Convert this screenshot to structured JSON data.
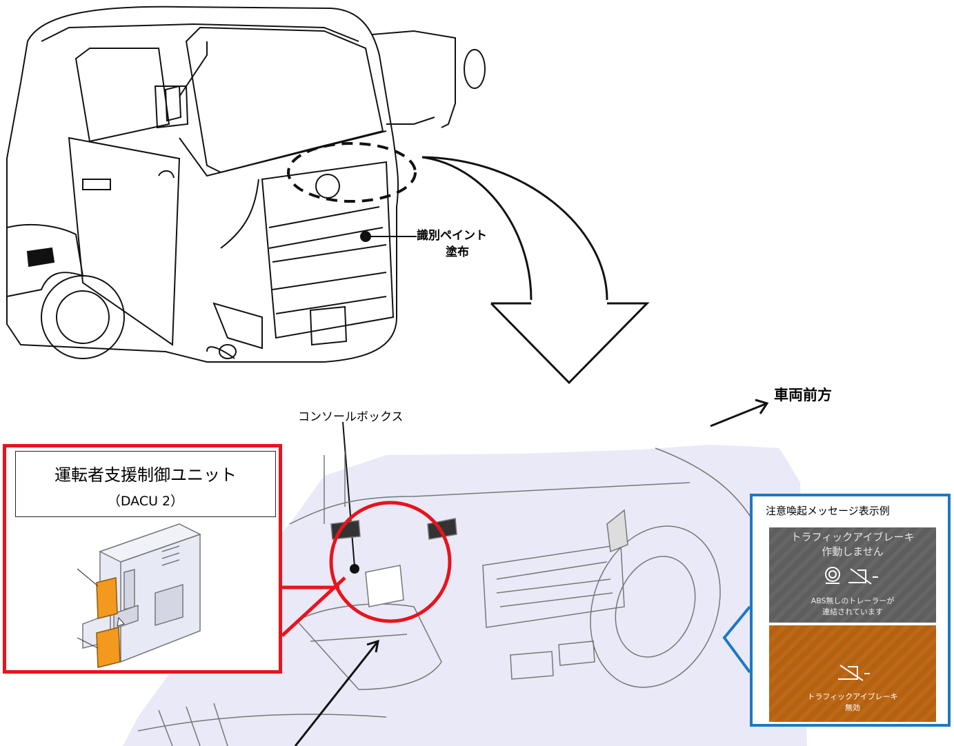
{
  "labels": {
    "paint_line1": "識別ペイント",
    "paint_line2": "塗布",
    "vehicle_front": "車両前方",
    "console_box": "コンソールボックス"
  },
  "unit_box": {
    "title": "運転者支援制御ユニット",
    "subtitle": "（DACU 2）"
  },
  "message_panel": {
    "title": "注意喚起メッセージ表示例",
    "gray_message": {
      "heading_line1": "トラフィックアイブレーキ",
      "heading_line2": "作動しません",
      "detail_line1": "ABS無しのトレーラーが",
      "detail_line2": "連結されています"
    },
    "orange_message": {
      "line1": "トラフィックアイブレーキ",
      "line2": "無効"
    }
  },
  "colors": {
    "red_frame": "#e8141c",
    "blue_frame": "#1f78c1",
    "gray_message_bg": "#5e5e5e",
    "orange_message_bg": "#b7610f",
    "connector_orange": "#f39a1e"
  }
}
